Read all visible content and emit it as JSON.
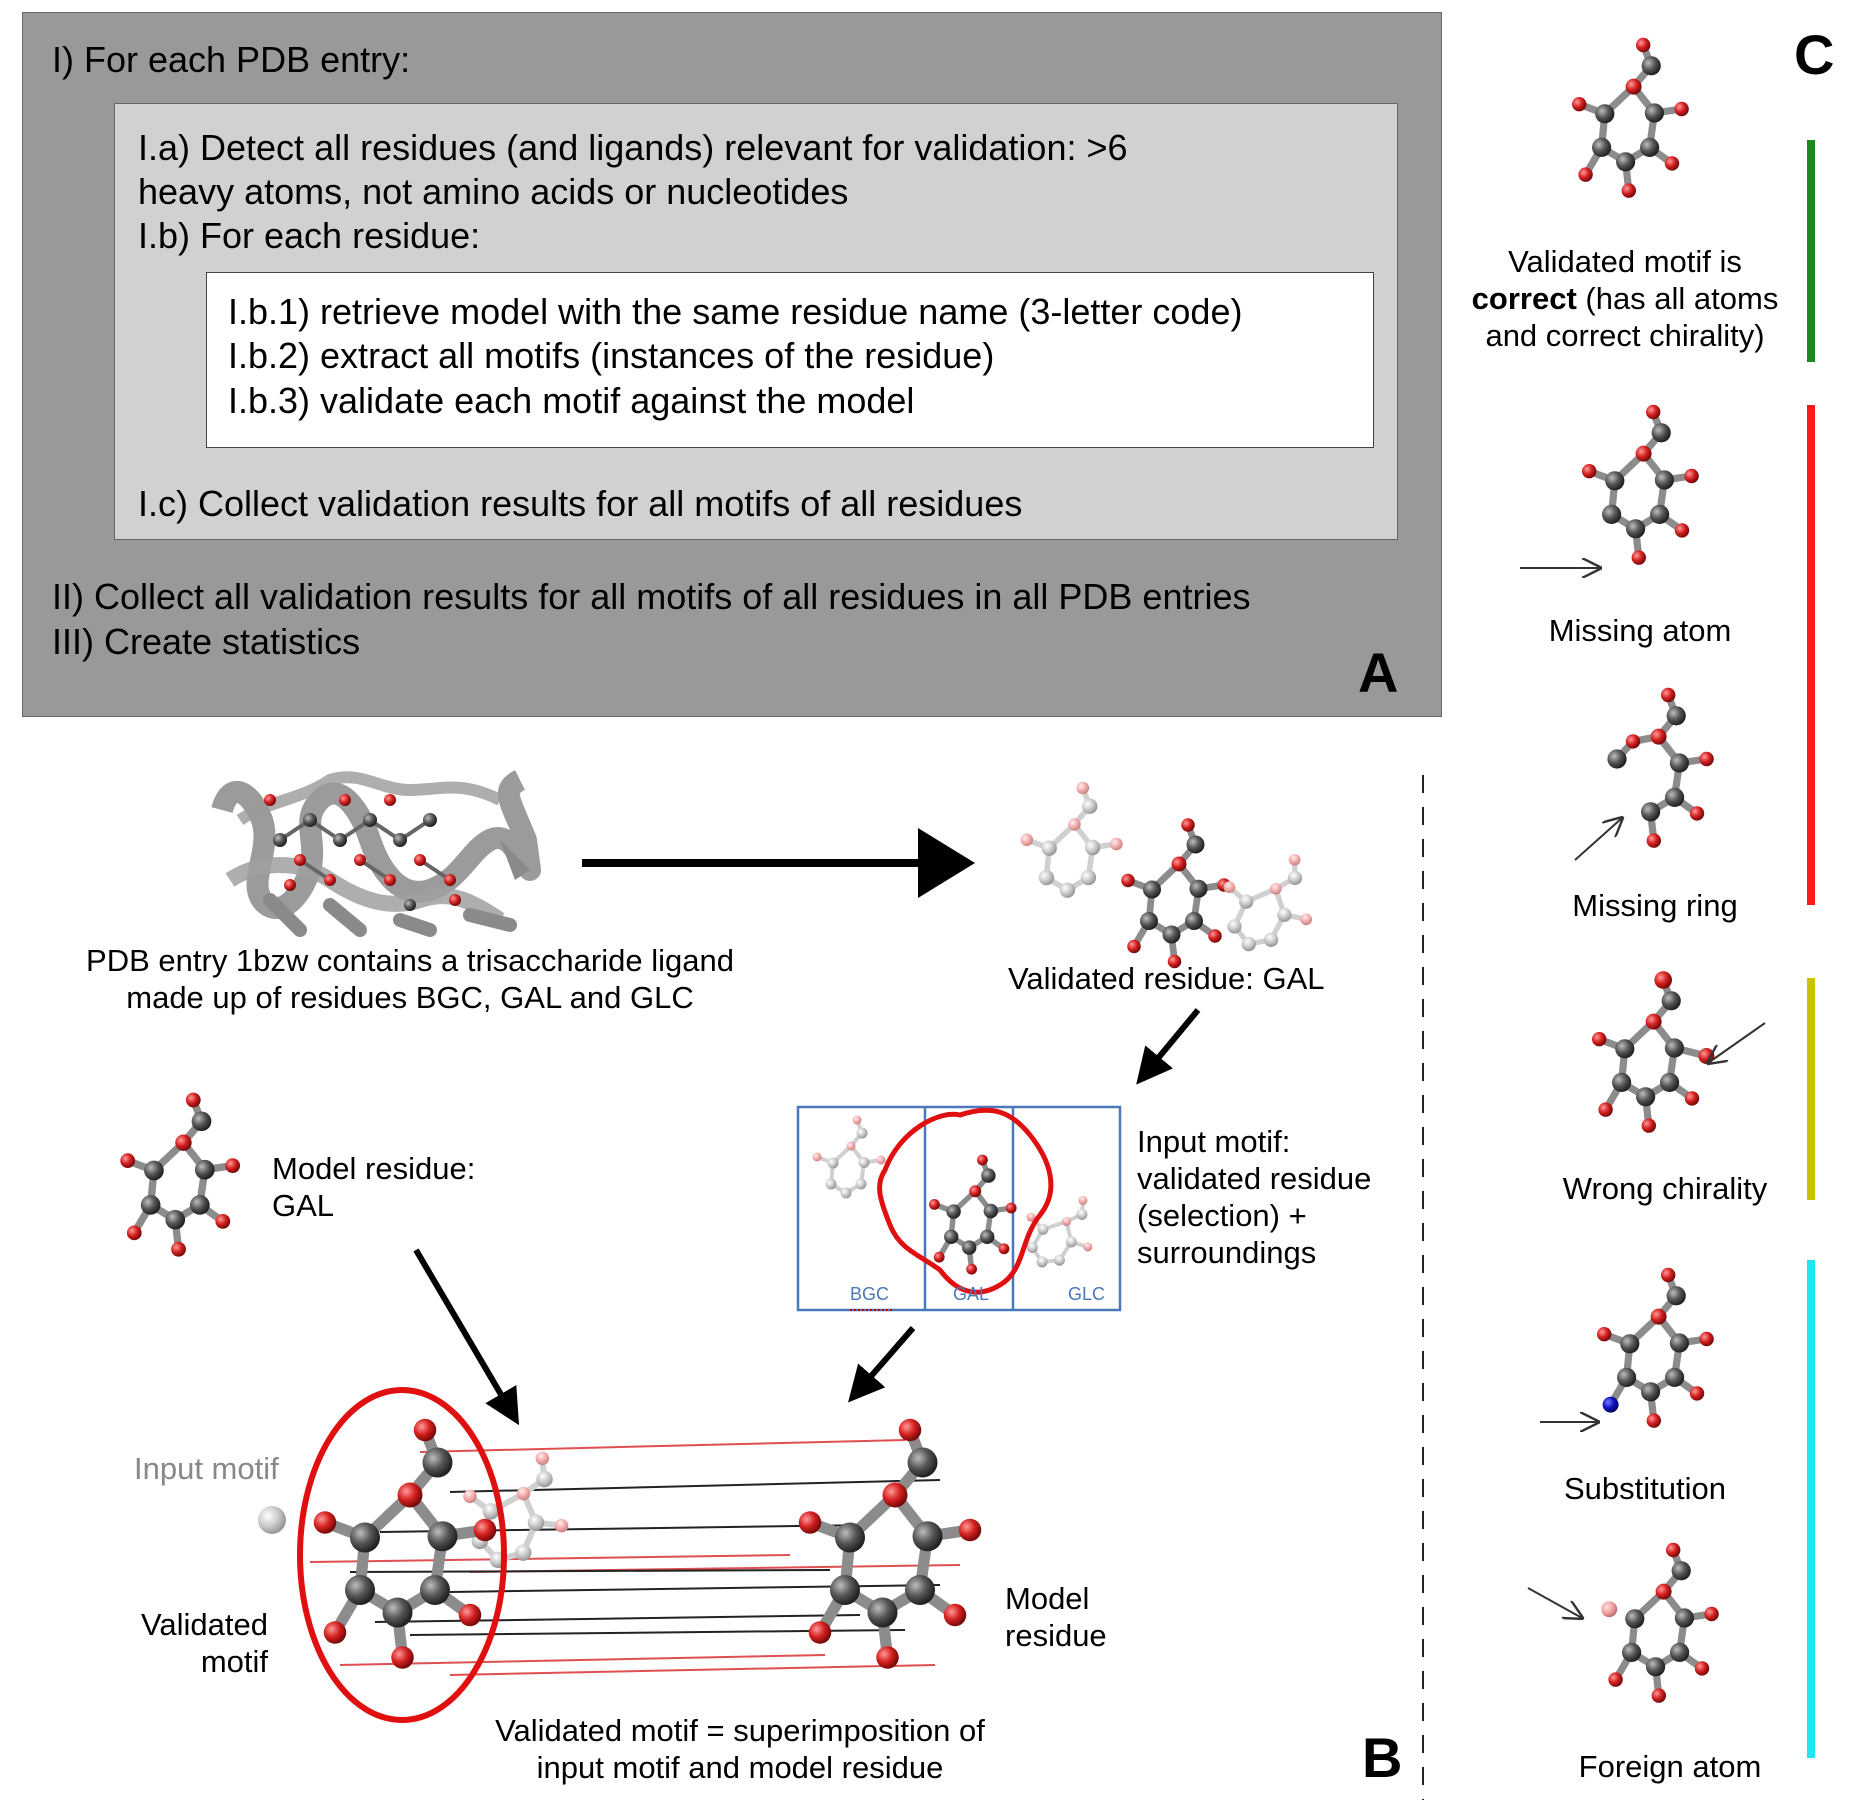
{
  "panel_a": {
    "step_1": "I) For each PDB entry:",
    "step_1a_line1": "I.a) Detect all residues (and ligands) relevant for validation: >6",
    "step_1a_line2": "heavy atoms, not amino acids or nucleotides",
    "step_1b": "I.b) For each residue:",
    "step_1b1": "I.b.1) retrieve model with the same residue name (3-letter code)",
    "step_1b2": "I.b.2) extract all motifs (instances of the residue)",
    "step_1b3": "I.b.3) validate each motif against the model",
    "step_1c": "I.c) Collect validation results for all motifs of all residues",
    "step_2": "II) Collect all validation results for all motifs of all residues in all PDB entries",
    "step_3": "III) Create statistics",
    "label": "A"
  },
  "panel_b": {
    "label": "B",
    "pdb_caption_line1": "PDB entry 1bzw contains a trisaccharide ligand",
    "pdb_caption_line2": "made up of residues BGC, GAL and GLC",
    "validated_residue": "Validated residue: GAL",
    "model_residue_line1": "Model residue:",
    "model_residue_line2": "GAL",
    "input_motif_line1": "Input motif:",
    "input_motif_line2": "validated residue",
    "input_motif_line3": "(selection) +",
    "input_motif_line4": "surroundings",
    "selection_labels": [
      "BGC",
      "GAL",
      "GLC"
    ],
    "input_motif_tag": "Input motif",
    "validated_motif_line1": "Validated",
    "validated_motif_line2": "motif",
    "model_tag_line1": "Model",
    "model_tag_line2": "residue",
    "superimposition_line1": "Validated motif = superimposition of",
    "superimposition_line2": "input motif and model residue"
  },
  "panel_c": {
    "label": "C",
    "correct_line1": "Validated motif is",
    "correct_bold": "correct",
    "correct_rest": " (has all atoms",
    "correct_line3": "and correct chirality)",
    "missing_atom": "Missing atom",
    "missing_ring": "Missing ring",
    "wrong_chirality": "Wrong chirality",
    "substitution": "Substitution",
    "foreign_atom": "Foreign atom",
    "colors": {
      "correct": "#1a8a1a",
      "error": "#ff1a1a",
      "chirality": "#c8c400",
      "warning": "#1ee6f0"
    }
  },
  "colors": {
    "oxygen": "#d42020",
    "carbon": "#555555",
    "substitution": "#1010c0",
    "foreign": "#f0a0a0",
    "selection": "#e01010",
    "box": "#4a78b8"
  }
}
